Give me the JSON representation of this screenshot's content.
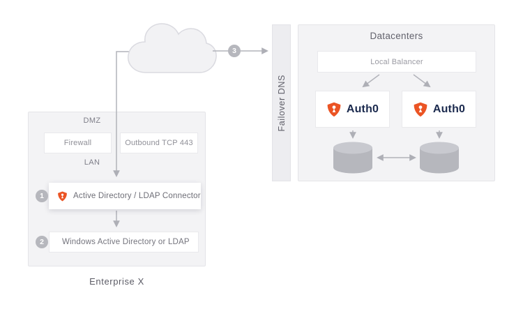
{
  "colors": {
    "accent": "#eb5424",
    "wordmark": "#1b2a4e",
    "line": "#b2b3ba",
    "panel_bg": "#f3f3f5"
  },
  "cloud": {
    "step": "3"
  },
  "failover_dns": {
    "label": "Failover DNS"
  },
  "datacenters": {
    "title": "Datacenters",
    "balancer_label": "Local Balancer",
    "nodes": [
      {
        "label": "Auth0"
      },
      {
        "label": "Auth0"
      }
    ]
  },
  "enterprise": {
    "caption": "Enterprise X",
    "zones": {
      "dmz": "DMZ",
      "lan": "LAN"
    },
    "firewall_label": "Firewall",
    "outbound_label": "Outbound TCP 443",
    "steps": [
      {
        "num": "1",
        "label": "Active Directory / LDAP Connector"
      },
      {
        "num": "2",
        "label": "Windows Active Directory or LDAP"
      }
    ]
  }
}
